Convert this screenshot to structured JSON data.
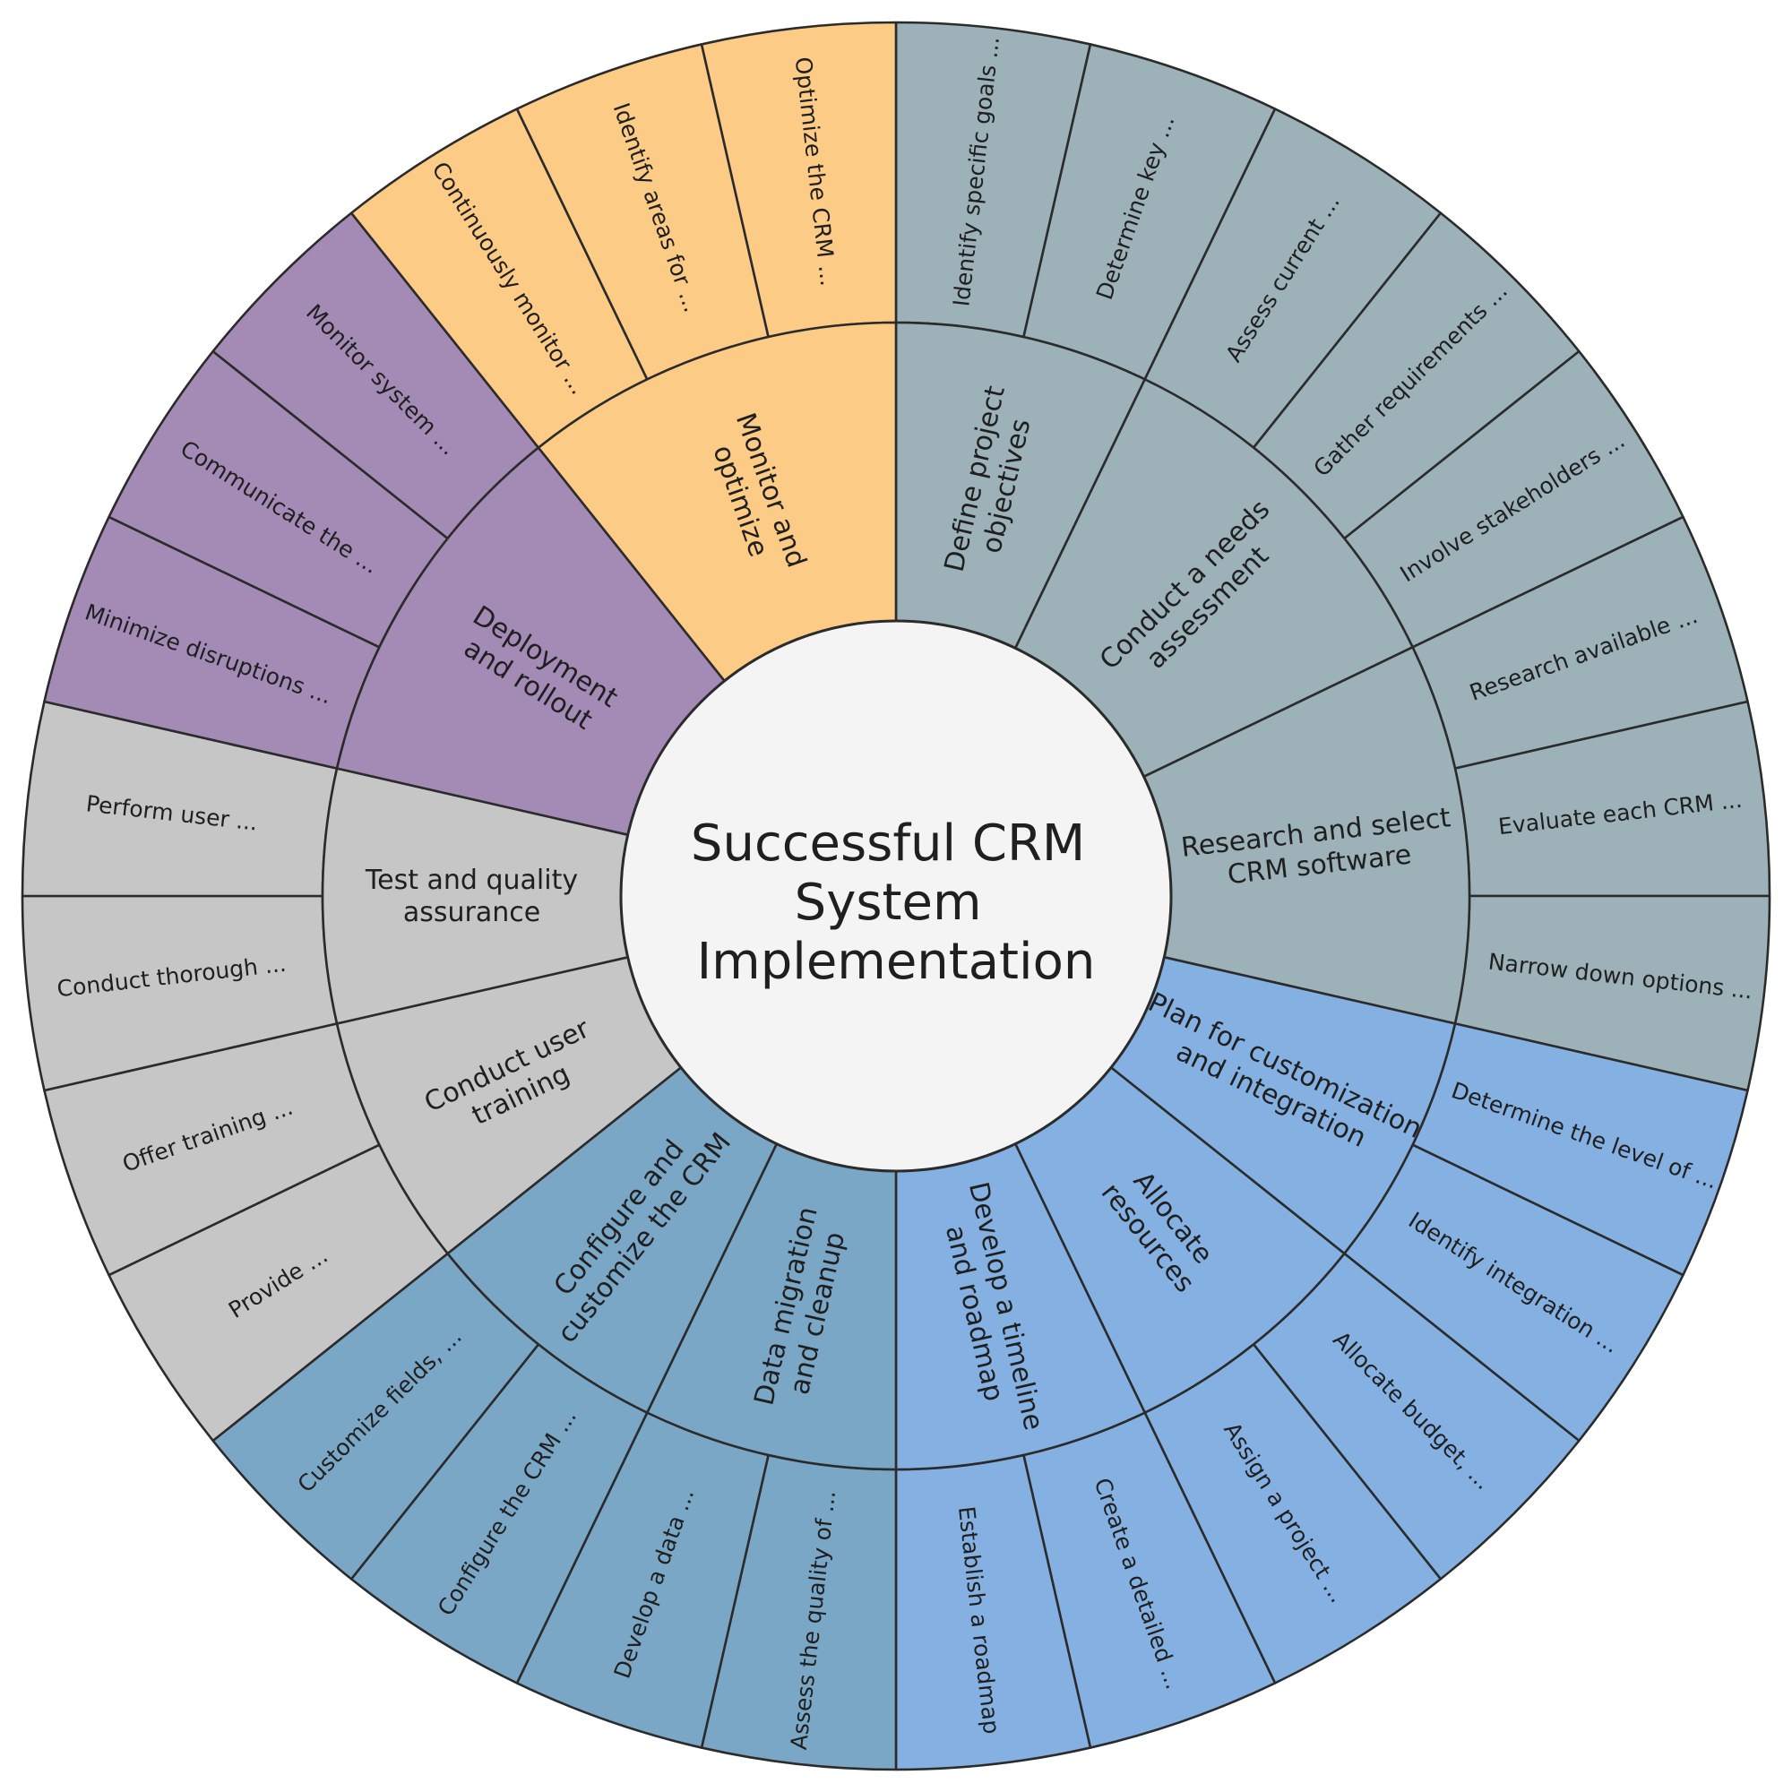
{
  "title_lines": [
    "Successful CRM",
    "System",
    "Implementation"
  ],
  "branches": [
    {
      "lines": [
        "Define project",
        "objectives"
      ],
      "color": "#9CB1B8",
      "children": [
        {
          "text": "Identify specific goals ..."
        },
        {
          "text": "Determine key ..."
        }
      ]
    },
    {
      "lines": [
        "Conduct a needs",
        "assessment"
      ],
      "color": "#9CB1B8",
      "children": [
        {
          "text": "Assess current ..."
        },
        {
          "text": "Gather requirements ..."
        },
        {
          "text": "Involve stakeholders ..."
        }
      ]
    },
    {
      "lines": [
        "Research and select",
        "CRM software"
      ],
      "color": "#9CB1B8",
      "children": [
        {
          "text": "Research available ..."
        },
        {
          "text": "Evaluate each CRM ..."
        },
        {
          "text": "Narrow down options ..."
        }
      ]
    },
    {
      "lines": [
        "Plan for customization",
        "and integration"
      ],
      "color": "#85B1E2",
      "children": [
        {
          "text": "Determine the level of ..."
        },
        {
          "text": "Identify integration ..."
        }
      ]
    },
    {
      "lines": [
        "Allocate",
        "resources"
      ],
      "color": "#85B1E2",
      "children": [
        {
          "text": "Allocate budget, ..."
        },
        {
          "text": "Assign a project ..."
        }
      ]
    },
    {
      "lines": [
        "Develop a timeline",
        "and roadmap"
      ],
      "color": "#85B1E2",
      "children": [
        {
          "text": "Create a detailed ..."
        },
        {
          "text": "Establish a roadmap"
        }
      ]
    },
    {
      "lines": [
        "Data migration",
        "and cleanup"
      ],
      "color": "#7BA7C6",
      "children": [
        {
          "text": "Assess the quality of ..."
        },
        {
          "text": "Develop a data ..."
        }
      ]
    },
    {
      "lines": [
        "Configure and",
        "customize the CRM"
      ],
      "color": "#7BA7C6",
      "children": [
        {
          "text": "Configure the CRM ..."
        },
        {
          "text": "Customize fields, ..."
        }
      ]
    },
    {
      "lines": [
        "Conduct user",
        "training"
      ],
      "color": "#C6C6C6",
      "children": [
        {
          "text": "Provide ..."
        },
        {
          "text": "Offer training ..."
        }
      ]
    },
    {
      "lines": [
        "Test and quality",
        "assurance"
      ],
      "color": "#C6C6C6",
      "children": [
        {
          "text": "Conduct thorough ..."
        },
        {
          "text": "Perform user ..."
        }
      ]
    },
    {
      "lines": [
        "Deployment",
        "and rollout"
      ],
      "color": "#A48BB5",
      "children": [
        {
          "text": "Minimize disruptions ..."
        },
        {
          "text": "Communicate the ..."
        },
        {
          "text": "Monitor system ..."
        }
      ]
    },
    {
      "lines": [
        "Monitor and",
        "optimize"
      ],
      "color": "#FCCB85",
      "children": [
        {
          "text": "Continuously monitor ..."
        },
        {
          "text": "Identify areas for ..."
        },
        {
          "text": "Optimize the CRM ..."
        }
      ]
    }
  ]
}
